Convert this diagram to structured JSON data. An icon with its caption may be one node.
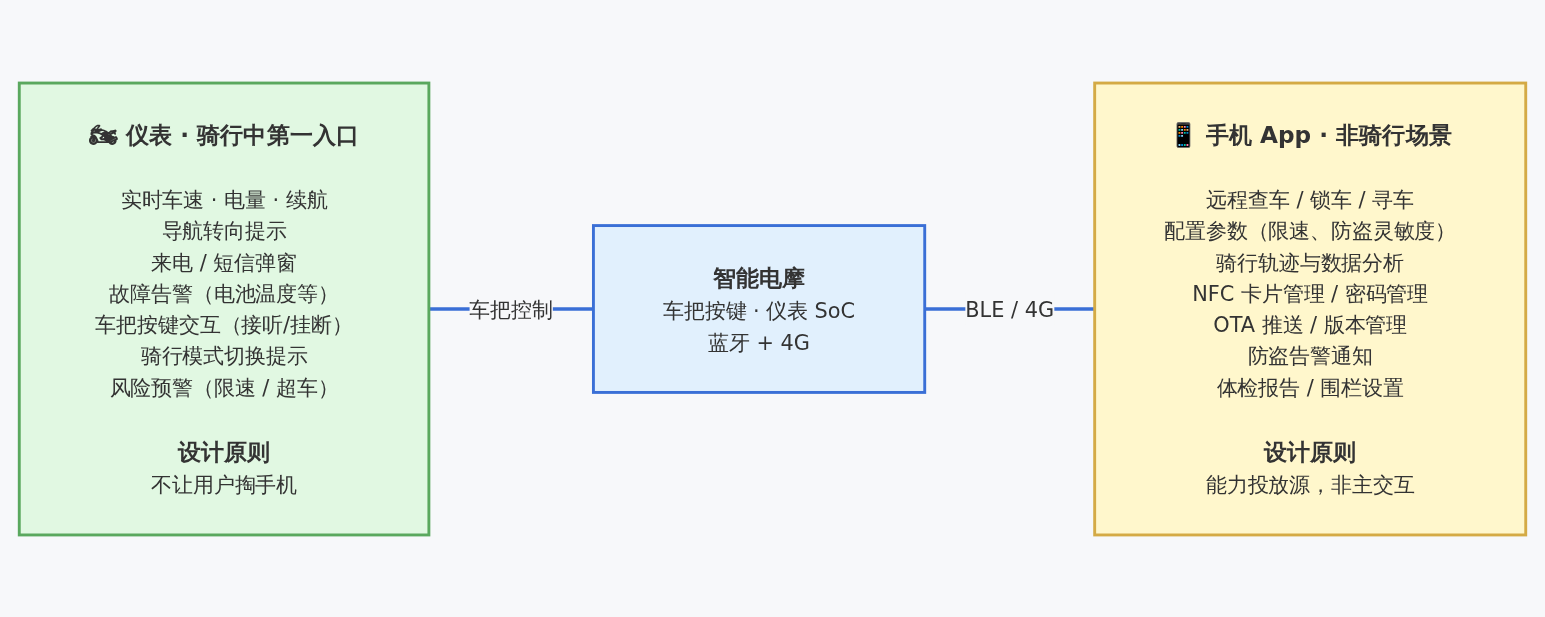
{
  "diagram": {
    "nodes": [
      {
        "text": [
          "🏍 仪表 · 骑行中第一入口",
          "实时车速 · 电量 · 续航",
          "导航转向提示",
          "来电 / 短信弹窗",
          "故障告警（电池温度等）",
          "车把按键交互（接听/挂断）",
          "骑行模式切换提示",
          "风险预警（限速 / 超车）",
          "设计原则",
          "不让用户掏手机"
        ]
      },
      {
        "text": [
          "智能电摩",
          "车把按键 · 仪表 SoC",
          "蓝牙 + 4G"
        ]
      },
      {
        "text": [
          "📱 手机 App · 非骑行场景",
          "远程查车 / 锁车 / 寻车",
          "配置参数（限速、防盗灵敏度）",
          "骑行轨迹与数据分析",
          "NFC 卡片管理 / 密码管理",
          "OTA 推送 / 版本管理",
          "防盗告警通知",
          "体检报告 / 围栏设置",
          "设计原则",
          "能力投放源，非主交互"
        ]
      }
    ],
    "edges": [
      {
        "from": 0,
        "to": 1,
        "label": "车把控制",
        "arrow": "none"
      },
      {
        "from": 1,
        "to": 2,
        "label": "BLE / 4G",
        "arrow": "none"
      }
    ]
  }
}
